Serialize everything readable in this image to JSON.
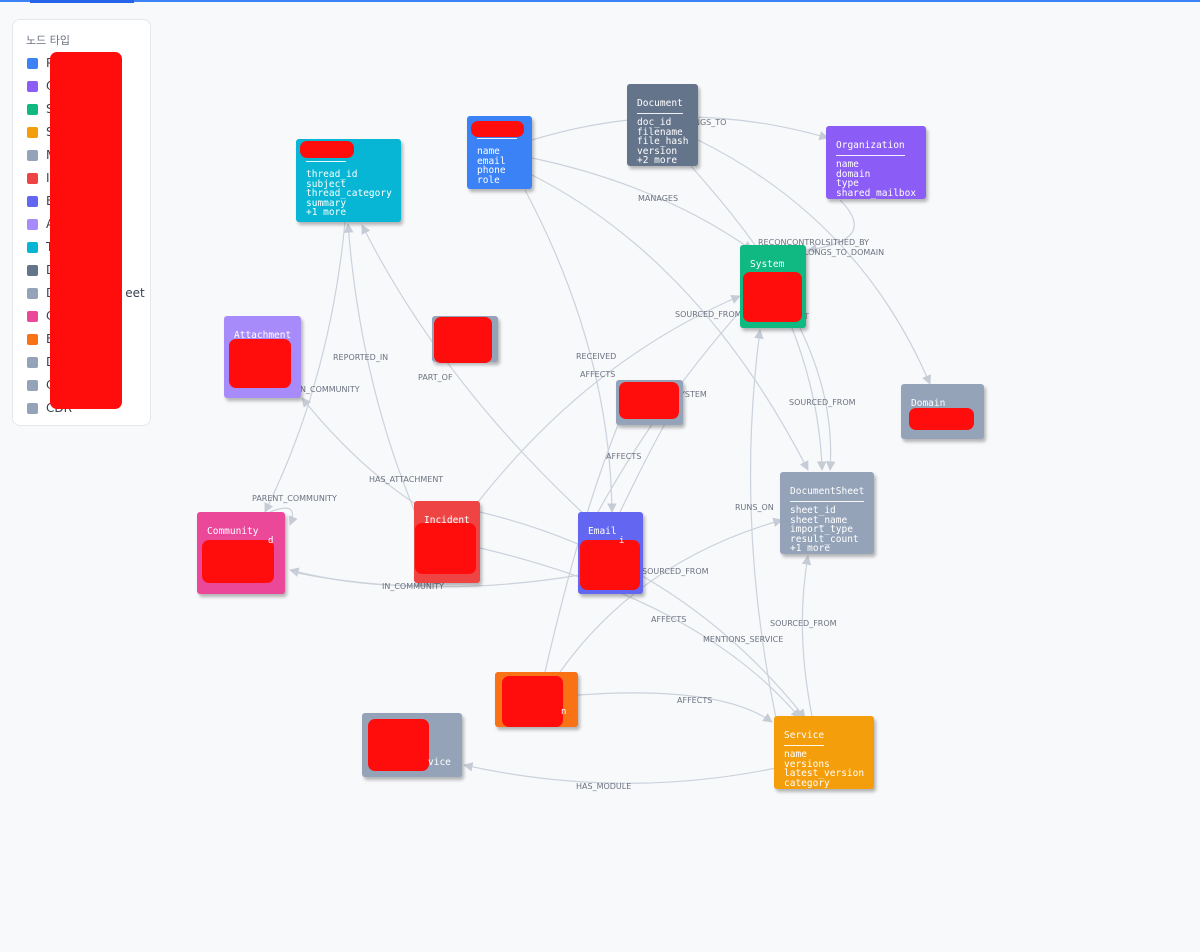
{
  "legend": {
    "title": "노드 타입",
    "items": [
      {
        "label": "P",
        "color": "#3b82f6"
      },
      {
        "label": "O",
        "color": "#8b5cf6"
      },
      {
        "label": "S",
        "color": "#10b981"
      },
      {
        "label": "S",
        "color": "#f59e0b"
      },
      {
        "label": "M",
        "color": "#94a3b8"
      },
      {
        "label": "In",
        "color": "#ef4444"
      },
      {
        "label": "E",
        "color": "#6366f1"
      },
      {
        "label": "A",
        "color": "#a78bfa"
      },
      {
        "label": "T",
        "color": "#06b6d4"
      },
      {
        "label": "D",
        "color": "#64748b"
      },
      {
        "label": "D",
        "color": "#94a3b8",
        "suffix": "eet"
      },
      {
        "label": "C",
        "color": "#ec4899"
      },
      {
        "label": "E",
        "color": "#f97316"
      },
      {
        "label": "D",
        "color": "#94a3b8"
      },
      {
        "label": "C",
        "color": "#94a3b8"
      },
      {
        "label": "CDR",
        "color": "#94a3b8"
      }
    ]
  },
  "nodes": {
    "thread": {
      "title": "",
      "color": "#06b6d4",
      "fields": [
        "thread_id",
        "subject",
        "thread_category",
        "summary",
        "+1 more"
      ]
    },
    "person": {
      "title": "",
      "color": "#3b82f6",
      "fields": [
        "name",
        "email",
        "phone",
        "role"
      ]
    },
    "document": {
      "title": "Document",
      "color": "#64748b",
      "fields": [
        "doc_id",
        "filename",
        "file_hash",
        "version",
        "+2 more"
      ]
    },
    "organization": {
      "title": "Organization",
      "color": "#8b5cf6",
      "fields": [
        "name",
        "domain",
        "type",
        "shared_mailbox"
      ]
    },
    "system": {
      "title": "System",
      "color": "#10b981",
      "fields": []
    },
    "attachment": {
      "title": "Attachment",
      "color": "#a78bfa",
      "fields": []
    },
    "module": {
      "title": "",
      "color": "#94a3b8",
      "fields": []
    },
    "sysnode": {
      "title": "",
      "color": "#94a3b8",
      "fields": []
    },
    "domain": {
      "title": "Domain",
      "color": "#94a3b8",
      "fields": []
    },
    "docsheet": {
      "title": "DocumentSheet",
      "color": "#94a3b8",
      "fields": [
        "sheet_id",
        "sheet_name",
        "import_type",
        "result_count",
        "+1 more"
      ]
    },
    "community": {
      "title": "Community",
      "color": "#ec4899",
      "fields": []
    },
    "incident": {
      "title": "Incident",
      "color": "#ef4444",
      "fields": []
    },
    "email": {
      "title": "Email",
      "color": "#6366f1",
      "fields": []
    },
    "event": {
      "title": "",
      "color": "#f97316",
      "fields": []
    },
    "service": {
      "title": "Service",
      "color": "#f59e0b",
      "fields": [
        "name",
        "versions",
        "latest_version",
        "category"
      ]
    },
    "subservice": {
      "title": "",
      "color": "#94a3b8",
      "fields": []
    }
  },
  "edge_labels": {
    "belongs_to": "NGS_TO",
    "manages": "MANAGES",
    "recon": "RECONCONTROLSITHED_BY",
    "belongs_domain": "LONGS_TO_DOMAIN",
    "sourced_sys": "SOURCED_FROM",
    "reported_in": "REPORTED_IN",
    "in_community1": "N_COMMUNITY",
    "part_of": "PART_OF",
    "received": "RECEIVED",
    "affects1": "AFFECTS",
    "system_rel": "YSTEM",
    "sourced2": "SOURCED_FROM",
    "has_attachment": "HAS_ATTACHMENT",
    "parent_community": "PARENT_COMMUNITY",
    "affects2": "AFFECTS",
    "runs_on": "RUNS_ON",
    "sourced3": "SOURCED_FROM",
    "in_community2": "IN_COMMUNITY",
    "affects3": "AFFECTS",
    "mentions_service": "MENTIONS_SERVICE",
    "sourced4": "SOURCED_FROM",
    "affects4": "AFFECTS",
    "has_module": "HAS_MODULE"
  },
  "residual_text": {
    "community_frag": "d",
    "email_frag": "i",
    "event_frag": "n",
    "service_frag": "vice",
    "system_frag": "T"
  }
}
